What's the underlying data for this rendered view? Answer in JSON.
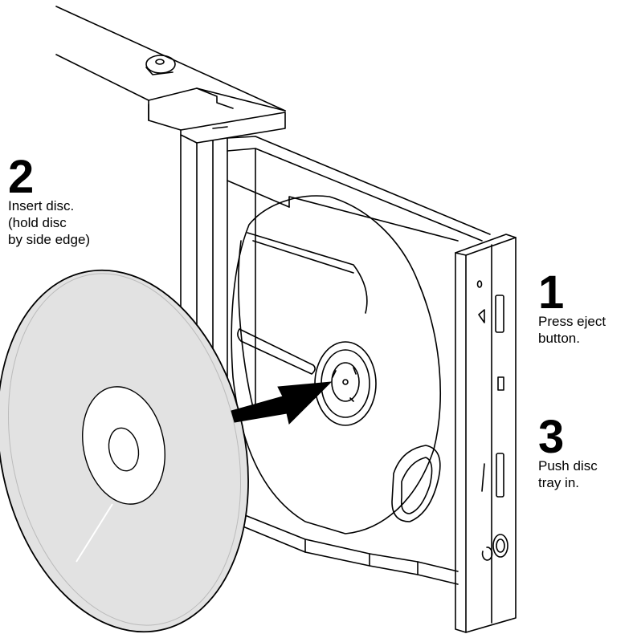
{
  "steps": [
    {
      "number": "1",
      "lines": [
        "Press eject",
        "button."
      ]
    },
    {
      "number": "2",
      "lines": [
        "Insert disc.",
        "(hold disc",
        "by side edge)"
      ]
    },
    {
      "number": "3",
      "lines": [
        "Push disc",
        "tray in."
      ]
    }
  ],
  "colors": {
    "line": "#000000",
    "disc_fill": "#e2e2e2",
    "background": "#ffffff"
  },
  "icons": [
    "disc-icon",
    "insert-arrow-icon",
    "eject-button-icon",
    "headphone-jack-icon",
    "volume-dial-icon",
    "emergency-eject-hole-icon",
    "busy-indicator-icon"
  ]
}
